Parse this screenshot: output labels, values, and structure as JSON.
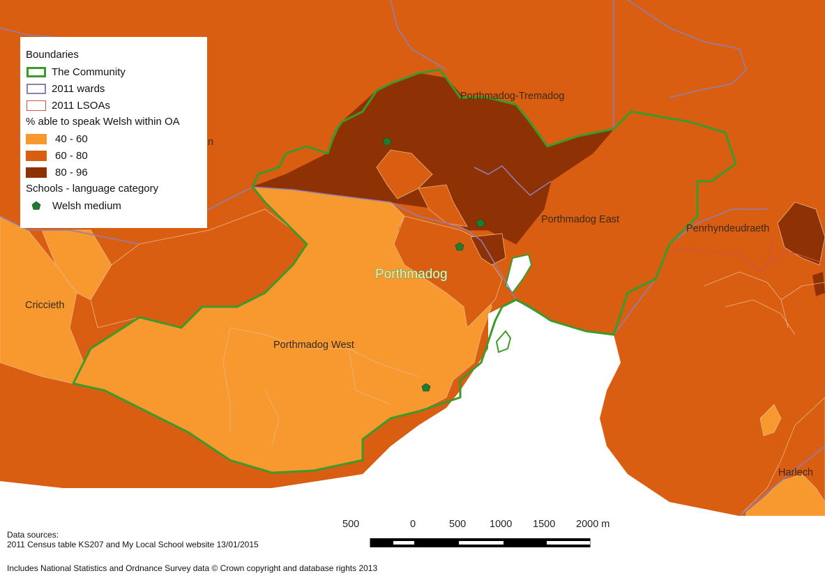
{
  "legend": {
    "boundaries_heading": "Boundaries",
    "boundaries": [
      {
        "label": "The Community",
        "color": "#3a9a2a",
        "width": 3
      },
      {
        "label": "2011 wards",
        "color": "#8f7fb0",
        "width": 2
      },
      {
        "label": "2011 LSOAs",
        "color": "#d05050",
        "width": 1
      }
    ],
    "welsh_heading": "% able to speak Welsh within OA",
    "classes": [
      {
        "label": "40 - 60",
        "color": "#f7992f"
      },
      {
        "label": "60 - 80",
        "color": "#d95e12"
      },
      {
        "label": "80 - 96",
        "color": "#8e3104"
      }
    ],
    "schools_heading": "Schools - language category",
    "schools": [
      {
        "label": "Welsh medium",
        "color": "#1f7a34"
      }
    ]
  },
  "places": {
    "tremadog": "Porthmadog-Tremadog",
    "partial_n": "n",
    "east": "Porthmadog East",
    "penrhyn": "Penrhyndeudraeth",
    "porthmadog": "Porthmadog",
    "criccieth": "Criccieth",
    "west": "Porthmadog West",
    "harlech": "Harlech"
  },
  "colors": {
    "class_40_60": "#f7992f",
    "class_60_80": "#d95e12",
    "class_80_96": "#8e3104",
    "sea": "#ffffff",
    "community": "#3a9a2a",
    "ward": "#8f7fb0",
    "lsoa": "#d05050",
    "oa_line": "#e8b98a"
  },
  "scale_bar": {
    "labels": [
      "500",
      "0",
      "500",
      "1000",
      "1500",
      "2000 m"
    ]
  },
  "sources": {
    "line1": "Data sources:",
    "line2": "2011 Census table KS207 and My Local School website 13/01/2015",
    "line3": "Includes National Statistics and Ordnance Survey data © Crown copyright and database rights 2013"
  }
}
